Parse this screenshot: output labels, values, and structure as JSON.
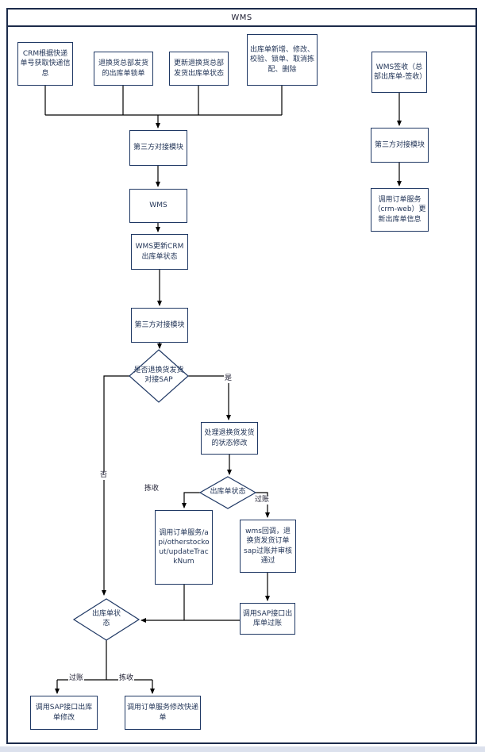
{
  "diagram": {
    "title": "WMS",
    "nodes": {
      "crm_fetch": {
        "label": "CRM根据快递单号获取快递信息"
      },
      "lock_outbound": {
        "label": "退换货总部发货的出库单锁单"
      },
      "update_outbound": {
        "label": "更新退换货总部发货出库单状态"
      },
      "outbound_ops": {
        "label": "出库单新增、修改、校验、锁单、取消拣配、删除"
      },
      "wms_sign": {
        "label": "WMS签收（总部出库单-签收）"
      },
      "third_party_1": {
        "label": "第三方对接模块"
      },
      "wms_core": {
        "label": "WMS"
      },
      "wms_update_crm": {
        "label": "WMS更新CRM出库单状态"
      },
      "third_party_2": {
        "label": "第三方对接模块"
      },
      "third_party_right": {
        "label": "第三方对接模块"
      },
      "call_order_crmweb": {
        "label": "调用订单服务（crm-web）更新出库单信息"
      },
      "decision_sap": {
        "label": "是否退换货发货对接SAP"
      },
      "handle_status": {
        "label": "处理退换货发货的状态修改"
      },
      "decision_status_mid": {
        "label": "出库单状态"
      },
      "call_order_api": {
        "label": "调用订单服务/api/otherstockout/updateTrackNum"
      },
      "wms_callback": {
        "label": "wms回调，退换货发货订单sap过账并审核通过"
      },
      "call_sap_post": {
        "label": "调用SAP接口出库单过账"
      },
      "decision_status_bottom": {
        "label": "出库单状态"
      },
      "call_sap_modify": {
        "label": "调用SAP接口出库单修改"
      },
      "call_order_modify": {
        "label": "调用订单服务修改快递单"
      }
    },
    "edge_labels": {
      "yes": "是",
      "no": "否",
      "pick_mid": "拣收",
      "post_mid": "过账",
      "post_bottom": "过账",
      "pick_bottom": "拣收"
    },
    "colors": {
      "node_border": "#1f3864",
      "node_text": "#1f3255",
      "line": "#000000",
      "frame": "#1c2b4a"
    }
  }
}
